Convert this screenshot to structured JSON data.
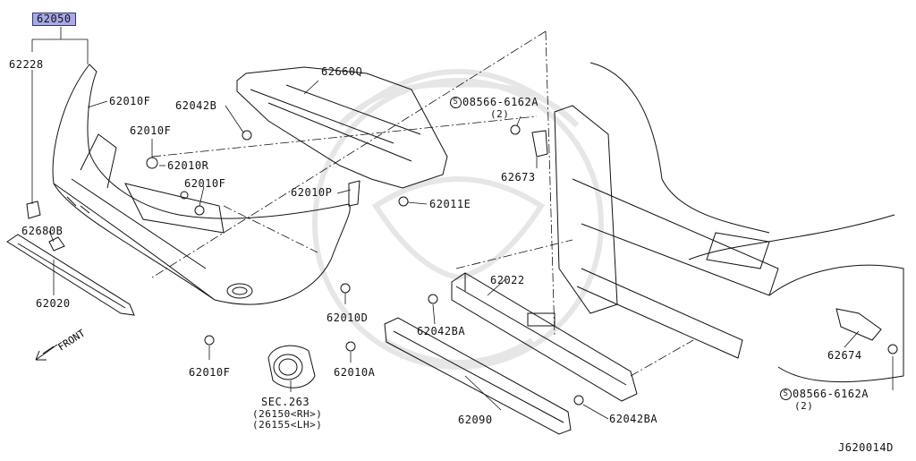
{
  "callouts": {
    "p62050": "62050",
    "p62228": "62228",
    "p62010f_a": "62010F",
    "p62010f_b": "62010F",
    "p62010r": "62010R",
    "p62010f_c": "62010F",
    "p62680b": "62680B",
    "p62020": "62020",
    "p62042b": "62042B",
    "p62660q": "62660Q",
    "p62010p": "62010P",
    "p62011e": "62011E",
    "p62010d": "62010D",
    "p62010f_d": "62010F",
    "p62010a": "62010A",
    "sec263": "SEC.263",
    "sec263_rh": "(26150<RH>)",
    "sec263_lh": "(26155<LH>)",
    "p62090": "62090",
    "p62022": "62022",
    "p62042ba_a": "62042BA",
    "p62042ba_b": "62042BA",
    "bolt_top": "08566-6162A",
    "bolt_top_qty": "(2)",
    "p62673": "62673",
    "p62674": "62674",
    "bolt_bottom": "08566-6162A",
    "bolt_bottom_qty": "(2)",
    "bolt_symbol": "S"
  },
  "front_label": "FRONT",
  "diagram_code": "J620014D",
  "colors": {
    "highlight": "#a9a9e6",
    "line": "#111111",
    "watermark": "#e6e6e6"
  }
}
